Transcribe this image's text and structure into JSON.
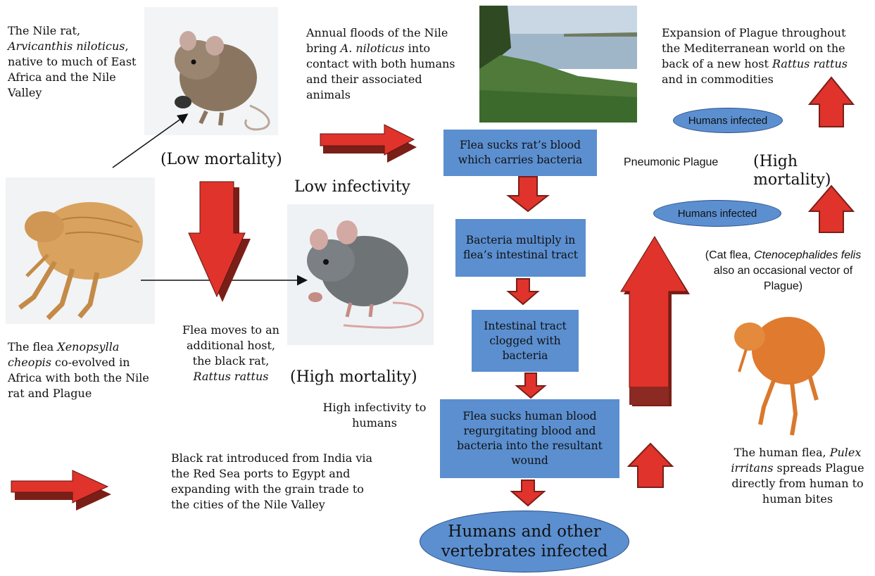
{
  "texts": {
    "nile_rat_desc": {
      "pre": "The Nile rat, ",
      "italic": "Arvicanthis niloticus",
      "post": ", native to much of East Africa and the Nile Valley"
    },
    "floods_desc": {
      "pre": "Annual floods of the Nile bring ",
      "italic": "A. niloticus",
      "post": " into contact with both humans and their associated animals"
    },
    "expansion_desc": {
      "pre": "Expansion of Plague throughout the Mediterranean world on the back of a new host ",
      "italic": "Rattus rattus",
      "post": " and in commodities"
    },
    "flea_desc": {
      "pre": "The flea ",
      "italic": "Xenopsylla cheopis",
      "post": " co-evolved in Africa with both the Nile rat and Plague"
    },
    "flea_moves": {
      "pre": "Flea moves to an additional host, the black rat, ",
      "italic": "Rattus rattus",
      "post": ""
    },
    "black_rat_intro": "Black rat introduced from India via the Red Sea ports to Egypt and expanding with the grain trade to the cities of the Nile Valley",
    "cat_flea": {
      "pre": "(Cat flea, ",
      "italic": "Ctenocephalides felis",
      "post": " also an occasional vector of Plague)"
    },
    "human_flea": {
      "pre": "The human flea, ",
      "italic": "Pulex irritans",
      "post": " spreads Plague directly from human to human bites"
    },
    "low_mortality": "(Low mortality)",
    "low_infectivity": "Low infectivity",
    "high_mortality_left": "(High mortality)",
    "high_infectivity": "High infectivity to humans",
    "pneumonic": "Pneumonic Plague",
    "high_mortality_right": "(High mortality)"
  },
  "flow_boxes": [
    "Flea sucks rat’s blood which carries bacteria",
    "Bacteria multiply in flea’s intestinal tract",
    "Intestinal tract clogged with bacteria",
    "Flea sucks human  blood regurgitating blood and bacteria into the resultant wound"
  ],
  "ellipses": {
    "humans_infected_top": "Humans infected",
    "humans_infected_mid": "Humans infected",
    "main": "Humans and other vertebrates infected"
  },
  "colors": {
    "arrow_red": "#e0332b",
    "arrow_shadow": "#7a1f18",
    "box_blue": "#5b8fd0"
  }
}
